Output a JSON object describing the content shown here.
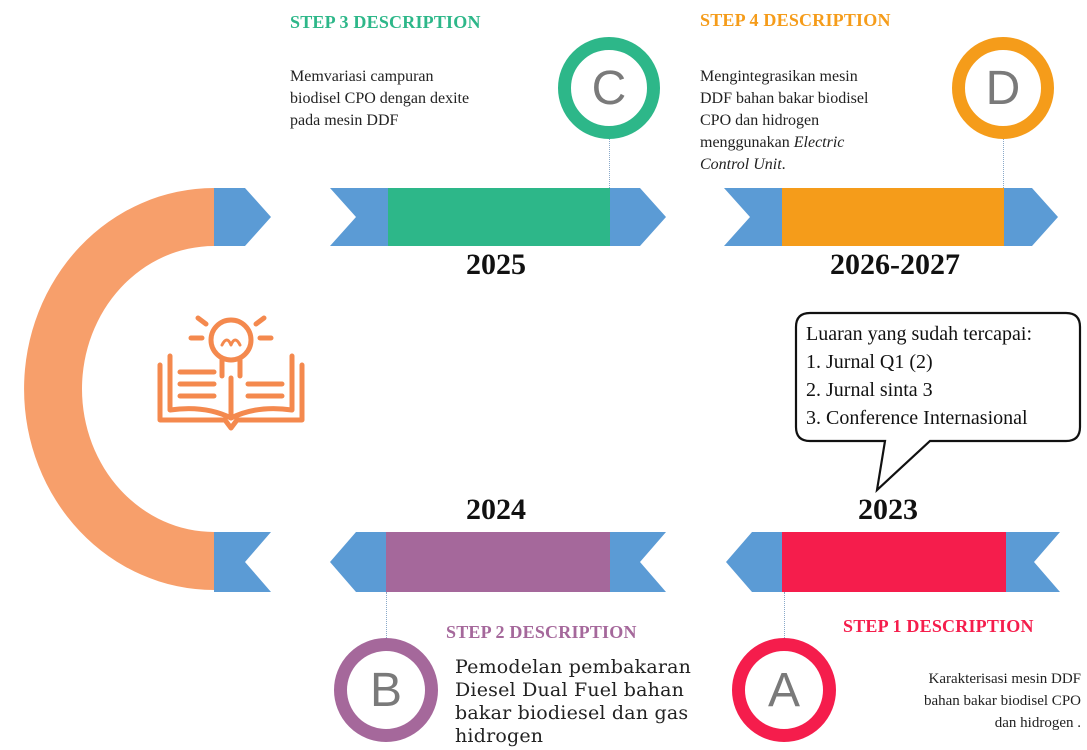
{
  "colors": {
    "arc": "#F79F6B",
    "arrow_blue": "#5B9BD5",
    "step1": "#F51D4C",
    "step2": "#A5689B",
    "step3": "#2DB789",
    "step4": "#F59C1A",
    "icon": "#F4894E"
  },
  "icons": {
    "center": "book-lightbulb-icon"
  },
  "steps": {
    "a": {
      "letter": "A",
      "title": "STEP 1 DESCRIPTION",
      "year": "2023",
      "desc_line1": "Karakterisasi mesin DDF",
      "desc_line2": "bahan bakar biodisel CPO",
      "desc_line3": "dan hidrogen ."
    },
    "b": {
      "letter": "B",
      "title": "STEP 2 DESCRIPTION",
      "year": "2024",
      "desc_line1": "Pemodelan pembakaran",
      "desc_line2": "Diesel Dual Fuel bahan",
      "desc_line3": "bakar biodiesel dan gas",
      "desc_line4": "hidrogen"
    },
    "c": {
      "letter": "C",
      "title": "STEP 3 DESCRIPTION",
      "year": "2025",
      "desc_line1": "Memvariasi campuran",
      "desc_line2": "biodisel CPO dengan dexite",
      "desc_line3": "pada mesin DDF"
    },
    "d": {
      "letter": "D",
      "title": "STEP 4 DESCRIPTION",
      "year": "2026-2027",
      "desc_line1": "Mengintegrasikan mesin",
      "desc_line2": "DDF bahan bakar biodisel",
      "desc_line3": "CPO dan hidrogen",
      "desc_line4_plain": "menggunakan ",
      "desc_line4_italic": "Electric",
      "desc_line5_italic": "Control Unit",
      "desc_line5_end": "."
    }
  },
  "callout": {
    "title": "Luaran yang sudah tercapai:",
    "items": [
      "1. Jurnal Q1 (2)",
      "2. Jurnal sinta 3",
      "3. Conference Internasional"
    ]
  }
}
